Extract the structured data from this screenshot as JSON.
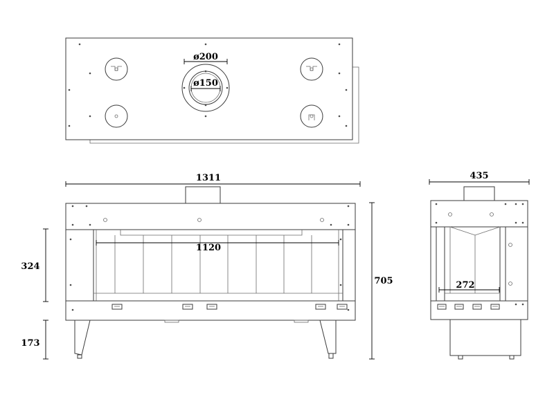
{
  "dimensions": {
    "top_flue_outer": "ø200",
    "top_flue_inner": "ø150",
    "front_overall_width": "1311",
    "front_glass_width": "1120",
    "front_firebox_height": "324",
    "front_leg_height": "173",
    "front_overall_height": "705",
    "side_overall_depth": "435",
    "side_firebox_depth": "272"
  },
  "colors": {
    "line": "#3a3a3a",
    "dimension": "#000000",
    "background": "#ffffff"
  }
}
